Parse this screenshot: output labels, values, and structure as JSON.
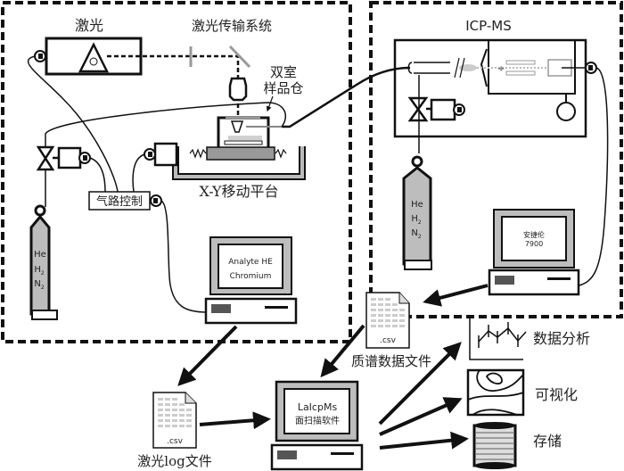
{
  "laser_box": {
    "title": "激光",
    "transfer_label": "激光传输系统",
    "chamber_label_line1": "双室",
    "chamber_label_line2": "样品仓",
    "stage_label": "X-Y移动平台",
    "gas_control_label": "气路控制",
    "gas_cylinder_lines": [
      "He",
      "H",
      "N"
    ],
    "gas_cylinder_subscripts": [
      "",
      "2",
      "2"
    ],
    "computer_screen_line1": "Analyte HE",
    "computer_screen_line2": "Chromium"
  },
  "icpms_box": {
    "title": "ICP-MS",
    "gas_cylinder_lines": [
      "He",
      "H",
      "N"
    ],
    "gas_cylinder_subscripts": [
      "",
      "2",
      "2"
    ],
    "computer_screen_line1": "安捷伦",
    "computer_screen_line2": "7900"
  },
  "files": {
    "laser_log_ext": ".csv",
    "laser_log_label": "激光log文件",
    "ms_data_ext": ".csv",
    "ms_data_label": "质谱数据文件"
  },
  "software": {
    "screen_line1": "LaIcpMs",
    "screen_line2": "面扫描软件"
  },
  "outputs": [
    {
      "label": "数据分析",
      "icon": "chart-icon"
    },
    {
      "label": "可视化",
      "icon": "contour-map-icon"
    },
    {
      "label": "存储",
      "icon": "database-icon"
    }
  ],
  "colors": {
    "stroke": "#111111",
    "fill_gray": "#bdbdbd",
    "light_gray": "#d9d9d9"
  }
}
